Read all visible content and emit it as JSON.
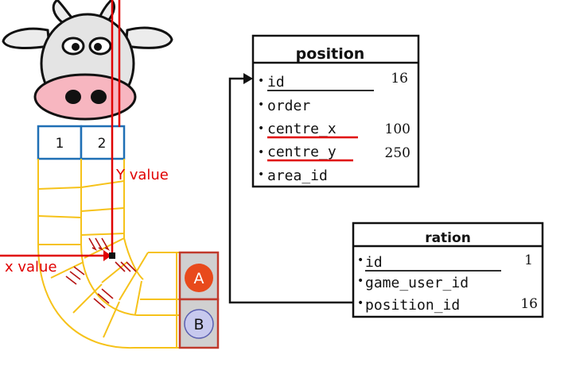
{
  "cow": {
    "slot_left": "1",
    "slot_right": "2"
  },
  "annotations": {
    "y_value": "Y value",
    "x_value": "x value"
  },
  "stations": {
    "a": "A",
    "b": "B"
  },
  "tables": {
    "position": {
      "title": "position",
      "fields": [
        {
          "name": "id",
          "value": "16",
          "key": true,
          "highlight": false
        },
        {
          "name": "order",
          "value": "",
          "key": false,
          "highlight": false
        },
        {
          "name": "centre_x",
          "value": "100",
          "key": false,
          "highlight": true
        },
        {
          "name": "centre_y",
          "value": "250",
          "key": false,
          "highlight": true
        },
        {
          "name": "area_id",
          "value": "",
          "key": false,
          "highlight": false
        }
      ]
    },
    "ration": {
      "title": "ration",
      "fields": [
        {
          "name": "id",
          "value": "1",
          "key": true,
          "highlight": false
        },
        {
          "name": "game_user_id",
          "value": "",
          "key": false,
          "highlight": false
        },
        {
          "name": "position_id",
          "value": "16",
          "key": false,
          "highlight": false
        }
      ]
    }
  },
  "colors": {
    "red": "#e00000",
    "pen_yellow": "#f6c21a",
    "slot_blue": "#1f6fb5",
    "station_gray": "#d0d0d0",
    "station_border": "#c0392b",
    "button_a": "#e84a1c",
    "button_b": "#c7c9ee",
    "cow_pink": "#f7b6c0"
  }
}
